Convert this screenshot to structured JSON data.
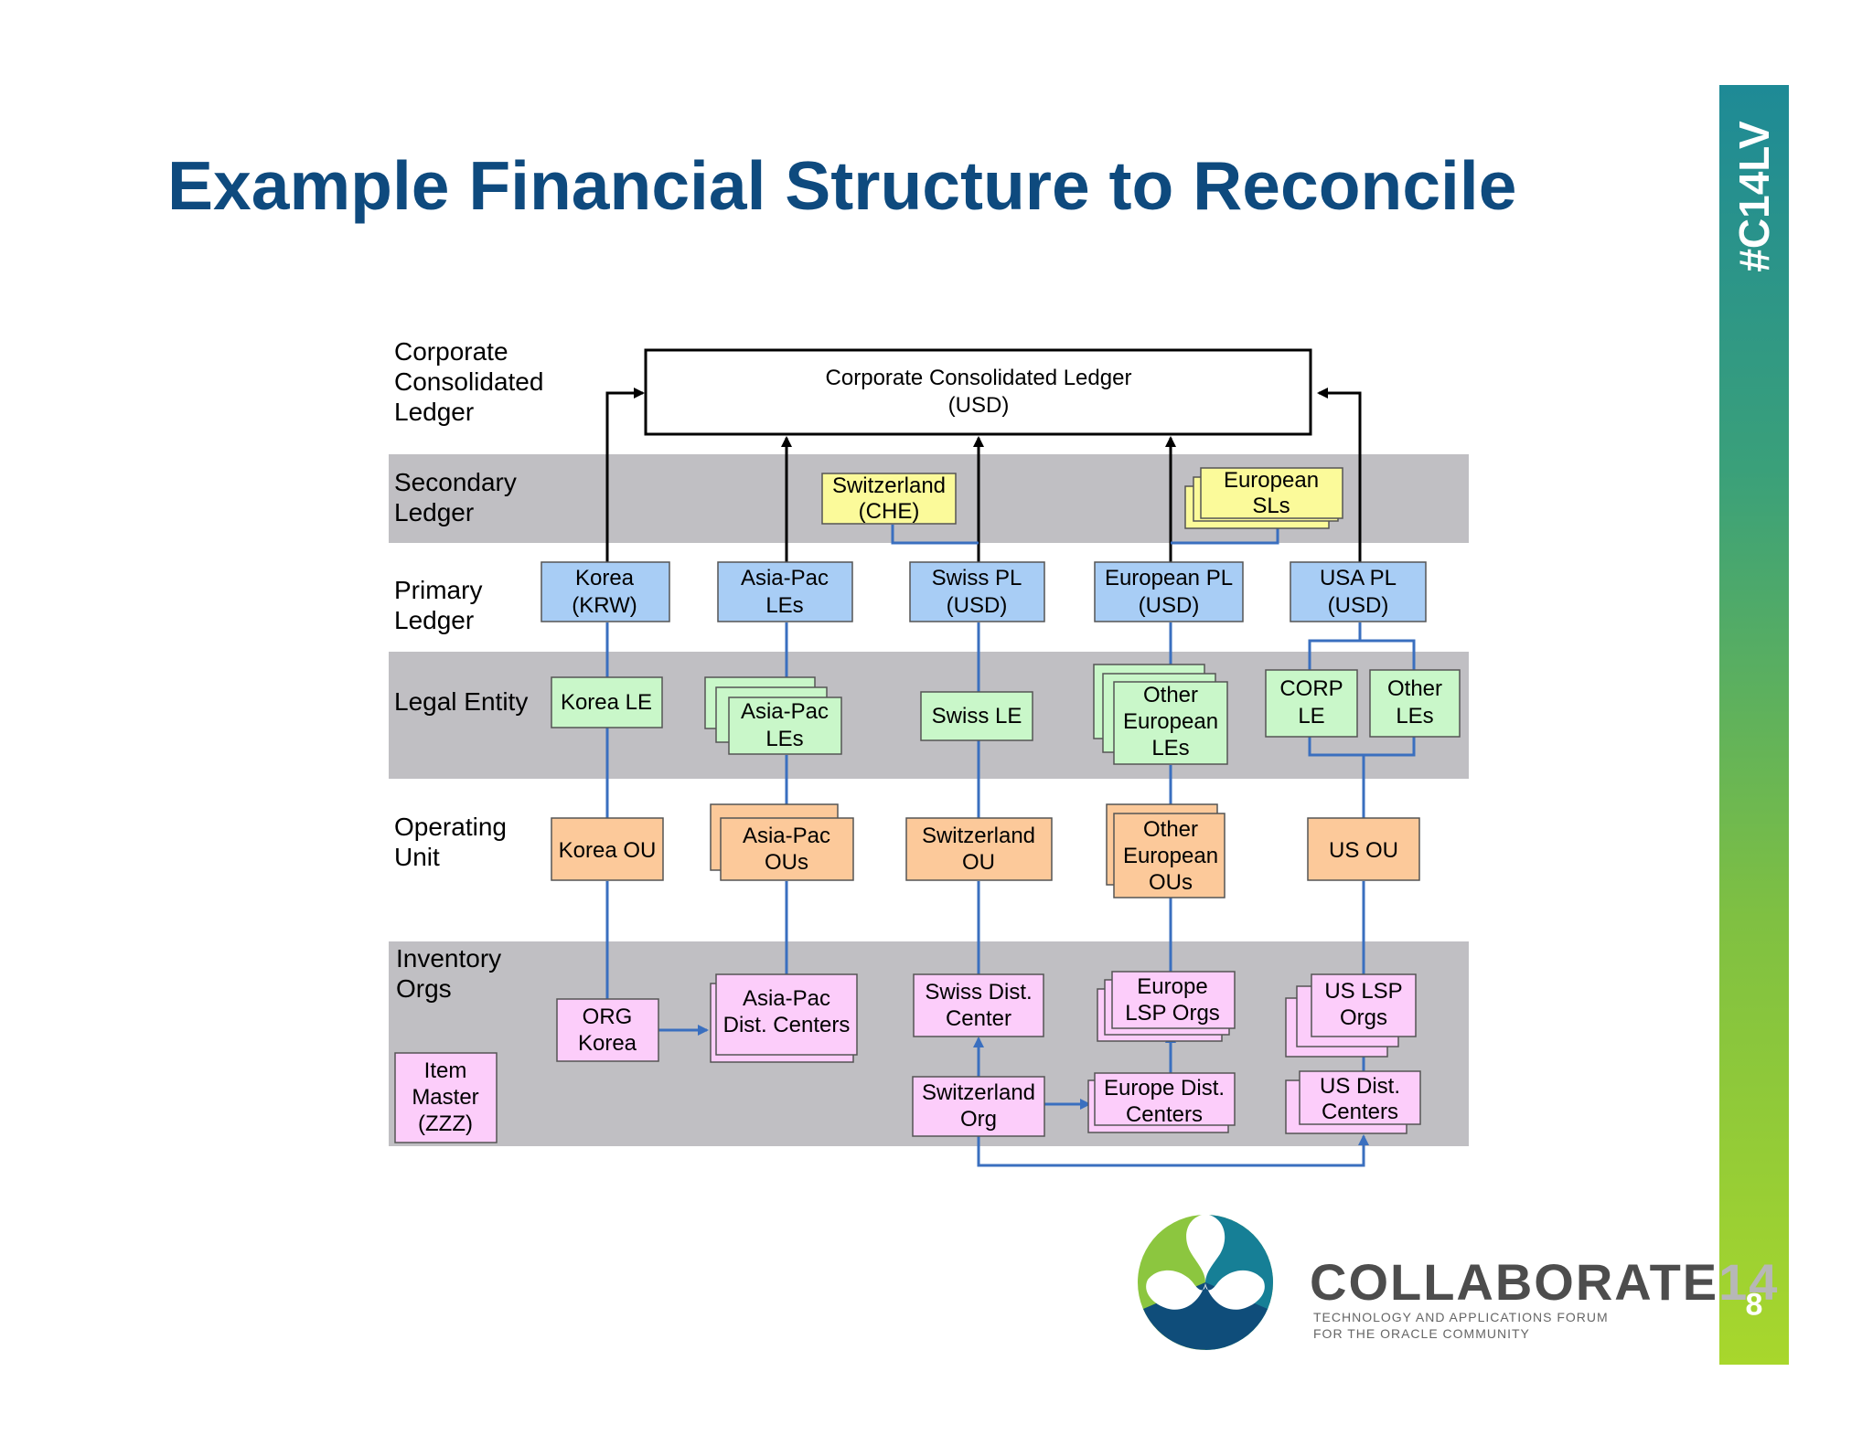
{
  "title": "Example Financial Structure to Reconcile",
  "hashtag": "#C14LV",
  "page_number": "8",
  "colors": {
    "title": "#0e4a7e",
    "band": "#c0bfc3",
    "ledger": "#a8cdf5",
    "secondary": "#fbfa9a",
    "legal_entity": "#c9f7c9",
    "operating_unit": "#fcc99a",
    "inventory": "#fccdfa",
    "connector": "#3a6fbf"
  },
  "row_labels": {
    "ccl": [
      "Corporate",
      "Consolidated",
      "Ledger"
    ],
    "sl": [
      "Secondary",
      "Ledger"
    ],
    "pl": [
      "Primary",
      "Ledger"
    ],
    "le": [
      "Legal Entity"
    ],
    "ou": [
      "Operating",
      "Unit"
    ],
    "inv": [
      "Inventory",
      "Orgs"
    ]
  },
  "nodes": {
    "ccl": [
      "Corporate Consolidated Ledger",
      "(USD)"
    ],
    "sl_switz": [
      "Switzerland",
      "(CHE)"
    ],
    "sl_europe": [
      "European",
      "SLs"
    ],
    "pl_korea": [
      "Korea",
      "(KRW)"
    ],
    "pl_asiapac": [
      "Asia-Pac",
      "LEs"
    ],
    "pl_swiss": [
      "Swiss PL",
      "(USD)"
    ],
    "pl_europe": [
      "European PL",
      "(USD)"
    ],
    "pl_usa": [
      "USA PL",
      "(USD)"
    ],
    "le_korea": [
      "Korea LE"
    ],
    "le_asiapac": [
      "Asia-Pac",
      "LEs"
    ],
    "le_swiss": [
      "Swiss LE"
    ],
    "le_europe": [
      "Other",
      "European",
      "LEs"
    ],
    "le_corp": [
      "CORP",
      "LE"
    ],
    "le_other": [
      "Other",
      "LEs"
    ],
    "ou_korea": [
      "Korea OU"
    ],
    "ou_asiapac": [
      "Asia-Pac",
      "OUs"
    ],
    "ou_switz": [
      "Switzerland",
      "OU"
    ],
    "ou_europe": [
      "Other",
      "European",
      "OUs"
    ],
    "ou_us": [
      "US OU"
    ],
    "inv_org_korea": [
      "ORG",
      "Korea"
    ],
    "inv_asiapac_dc": [
      "Asia-Pac",
      "Dist. Centers"
    ],
    "inv_swiss_dc": [
      "Swiss Dist.",
      "Center"
    ],
    "inv_europe_lsp": [
      "Europe",
      "LSP Orgs"
    ],
    "inv_us_lsp": [
      "US LSP",
      "Orgs"
    ],
    "inv_item_master": [
      "Item",
      "Master",
      "(ZZZ)"
    ],
    "inv_switz_org": [
      "Switzerland",
      "Org"
    ],
    "inv_europe_dc": [
      "Europe Dist.",
      "Centers"
    ],
    "inv_us_dc": [
      "US Dist.",
      "Centers"
    ]
  },
  "logo": {
    "word": "COLLABORATE",
    "number": "14",
    "tagline": [
      "TECHNOLOGY AND APPLICATIONS FORUM",
      "FOR THE ORACLE COMMUNITY"
    ]
  }
}
